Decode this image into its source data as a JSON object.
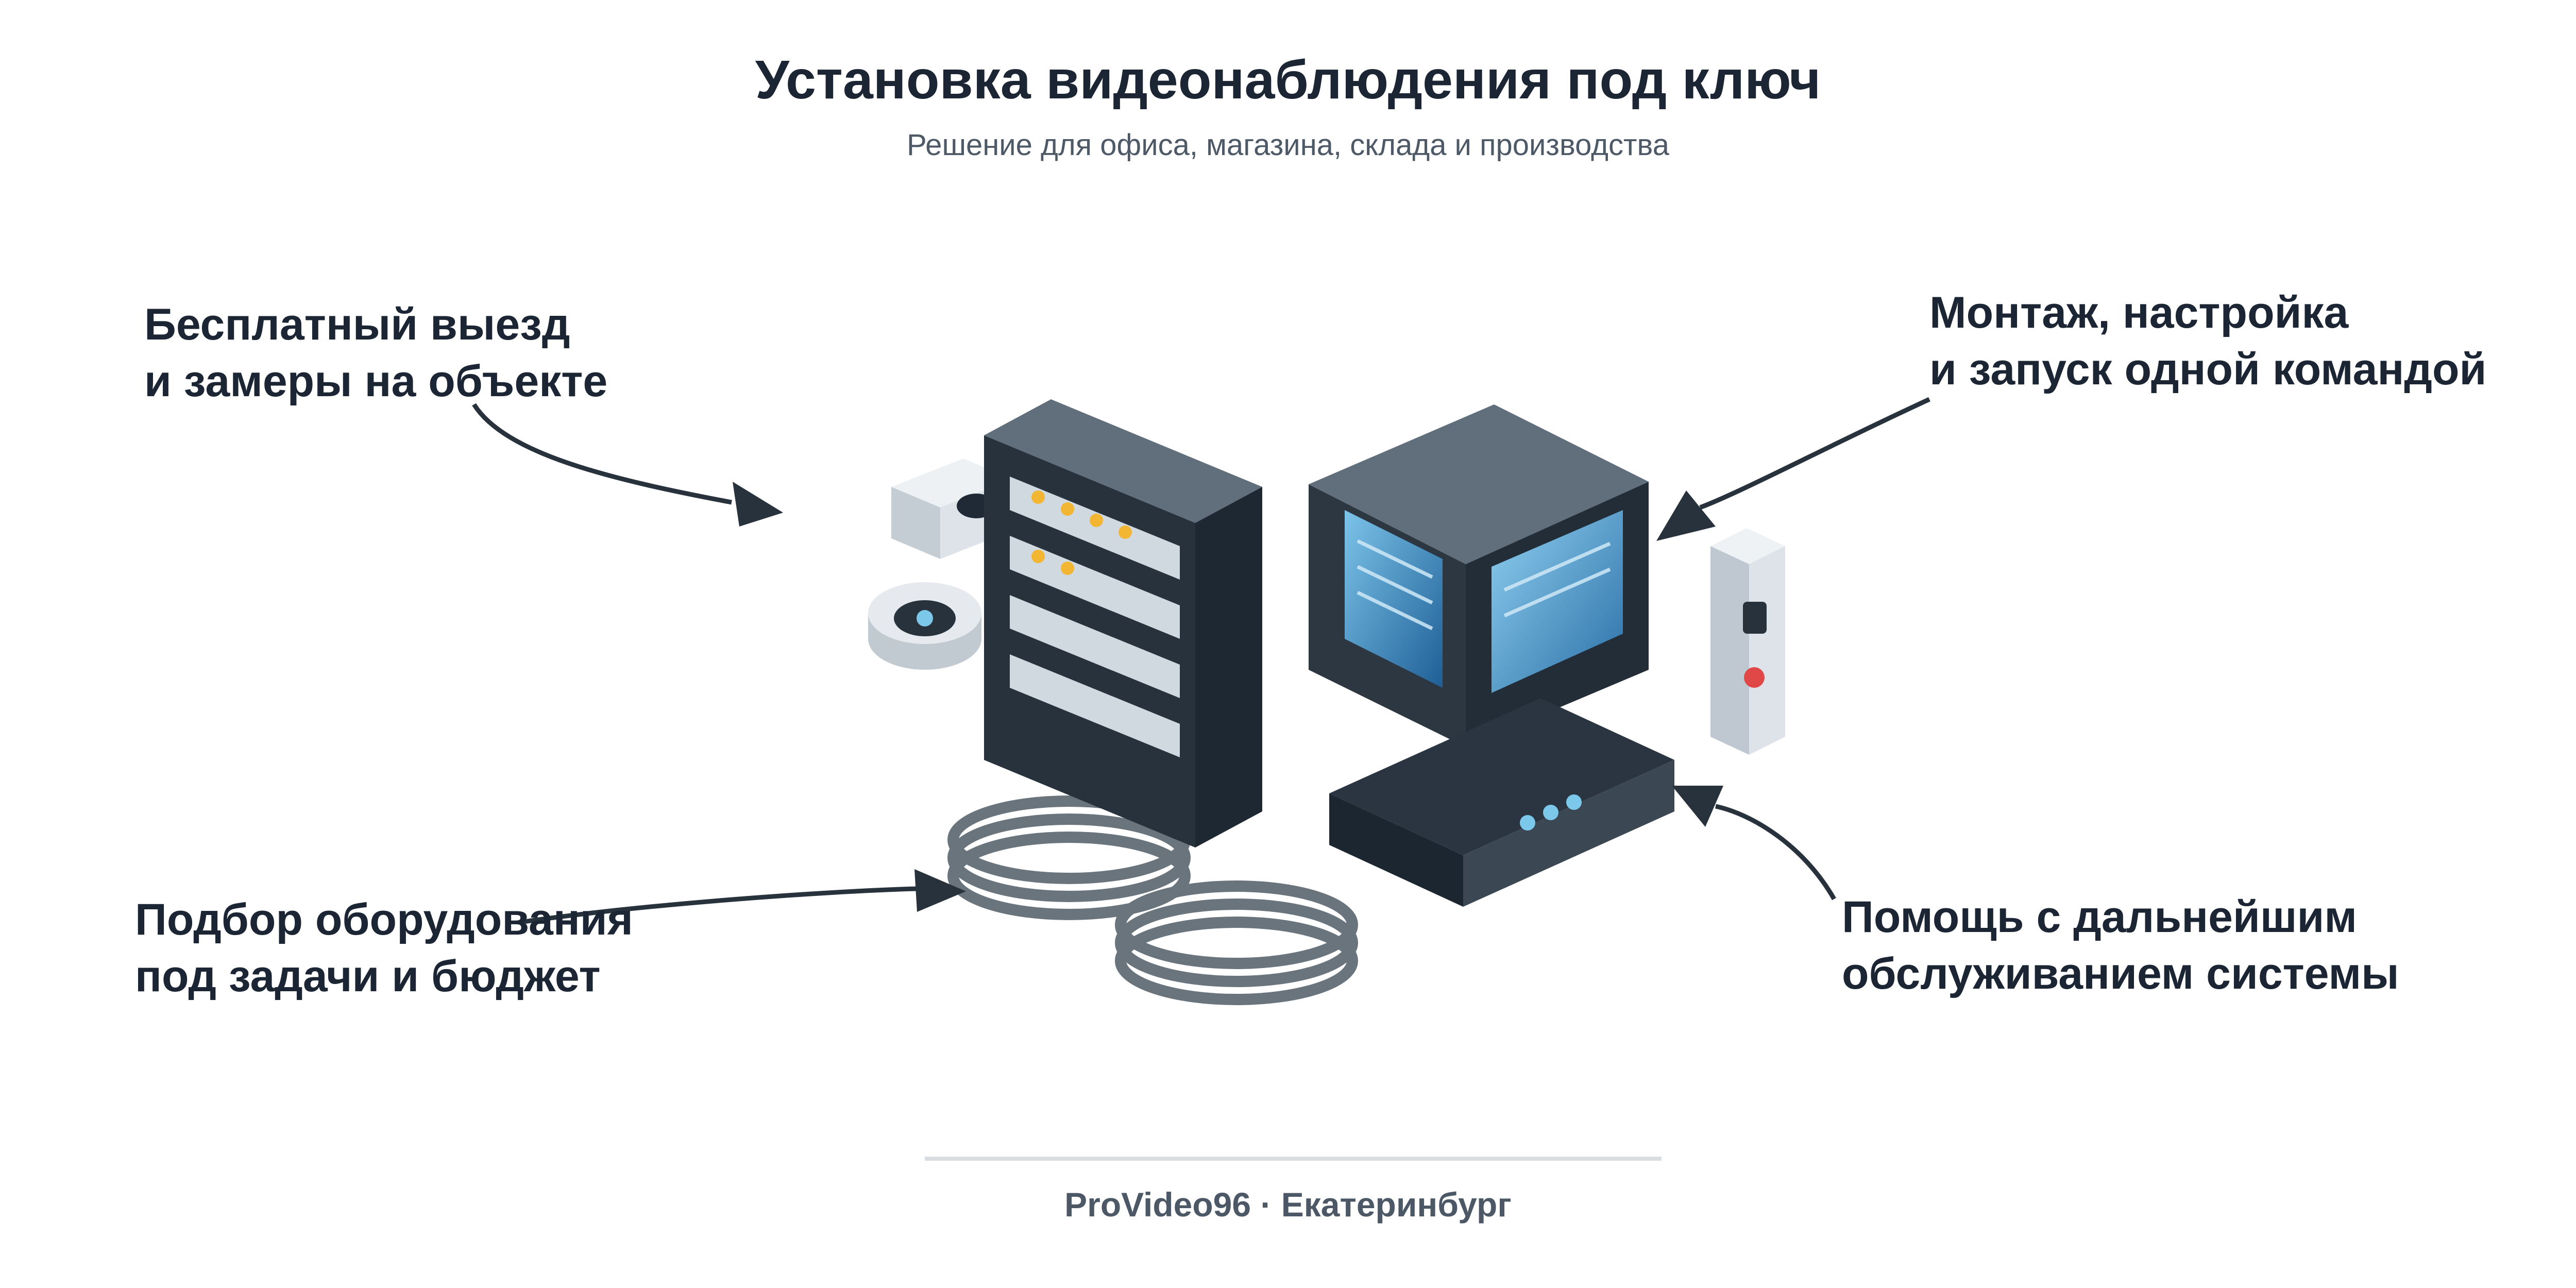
{
  "header": {
    "title": "Установка видеонаблюдения под ключ",
    "subtitle": "Решение для офиса, магазина, склада и производства"
  },
  "callouts": [
    {
      "line1": "Бесплатный выезд",
      "line2": "и замеры на объекте"
    },
    {
      "line1": "Монтаж, настройка",
      "line2": "и запуск одной командой"
    },
    {
      "line1": "Подбор оборудования",
      "line2": "под задачи и бюджет"
    },
    {
      "line1": "Помощь с дальнейшим",
      "line2": "обслуживанием системы"
    }
  ],
  "footer": {
    "text": "ProVideo96 · Екатеринбург"
  },
  "colors": {
    "dark": "#27323d",
    "slate": "#606d7a",
    "screen": "#4a9fd3",
    "accent_yellow": "#f2b632",
    "accent_red": "#e04848",
    "led_blue": "#7cc8ea",
    "cable": "#6a747d"
  }
}
